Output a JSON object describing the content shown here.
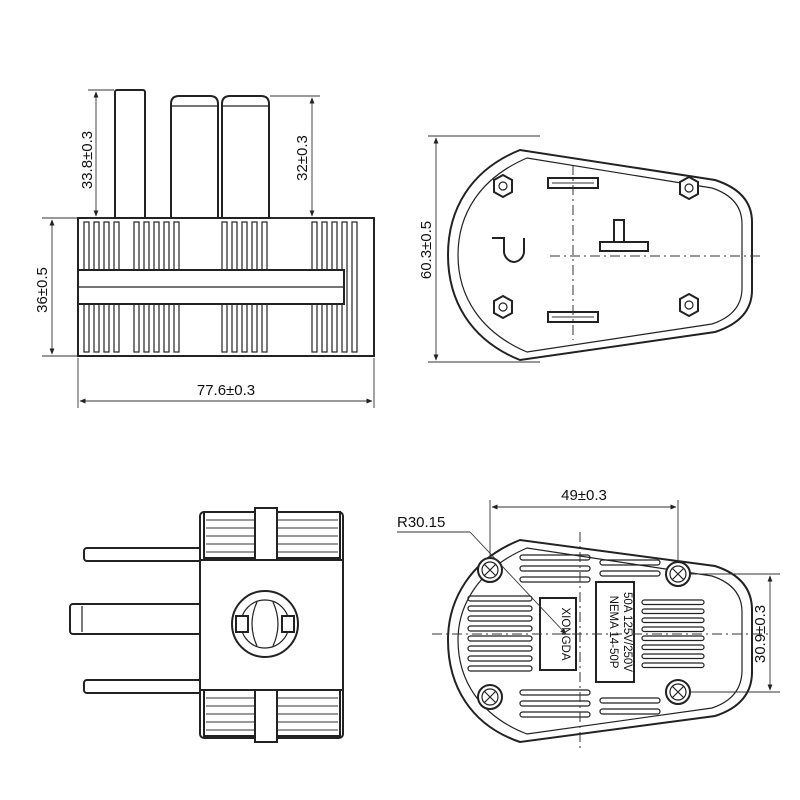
{
  "views": {
    "side": {
      "dim_prong_long": "33.8±0.3",
      "dim_prong_short": "32±0.3",
      "dim_height": "36±0.5",
      "dim_width": "77.6±0.3"
    },
    "face": {
      "dim_height": "60.3±0.5"
    },
    "back": {
      "dim_radius": "R30.15",
      "dim_width": "49±0.3",
      "dim_height": "30.9±0.3",
      "brand": "XIONGDA",
      "spec_line1": "NEMA 14-50P",
      "spec_line2": "50A 125V/250V"
    }
  },
  "colors": {
    "ink": "#222222",
    "background": "#ffffff"
  }
}
